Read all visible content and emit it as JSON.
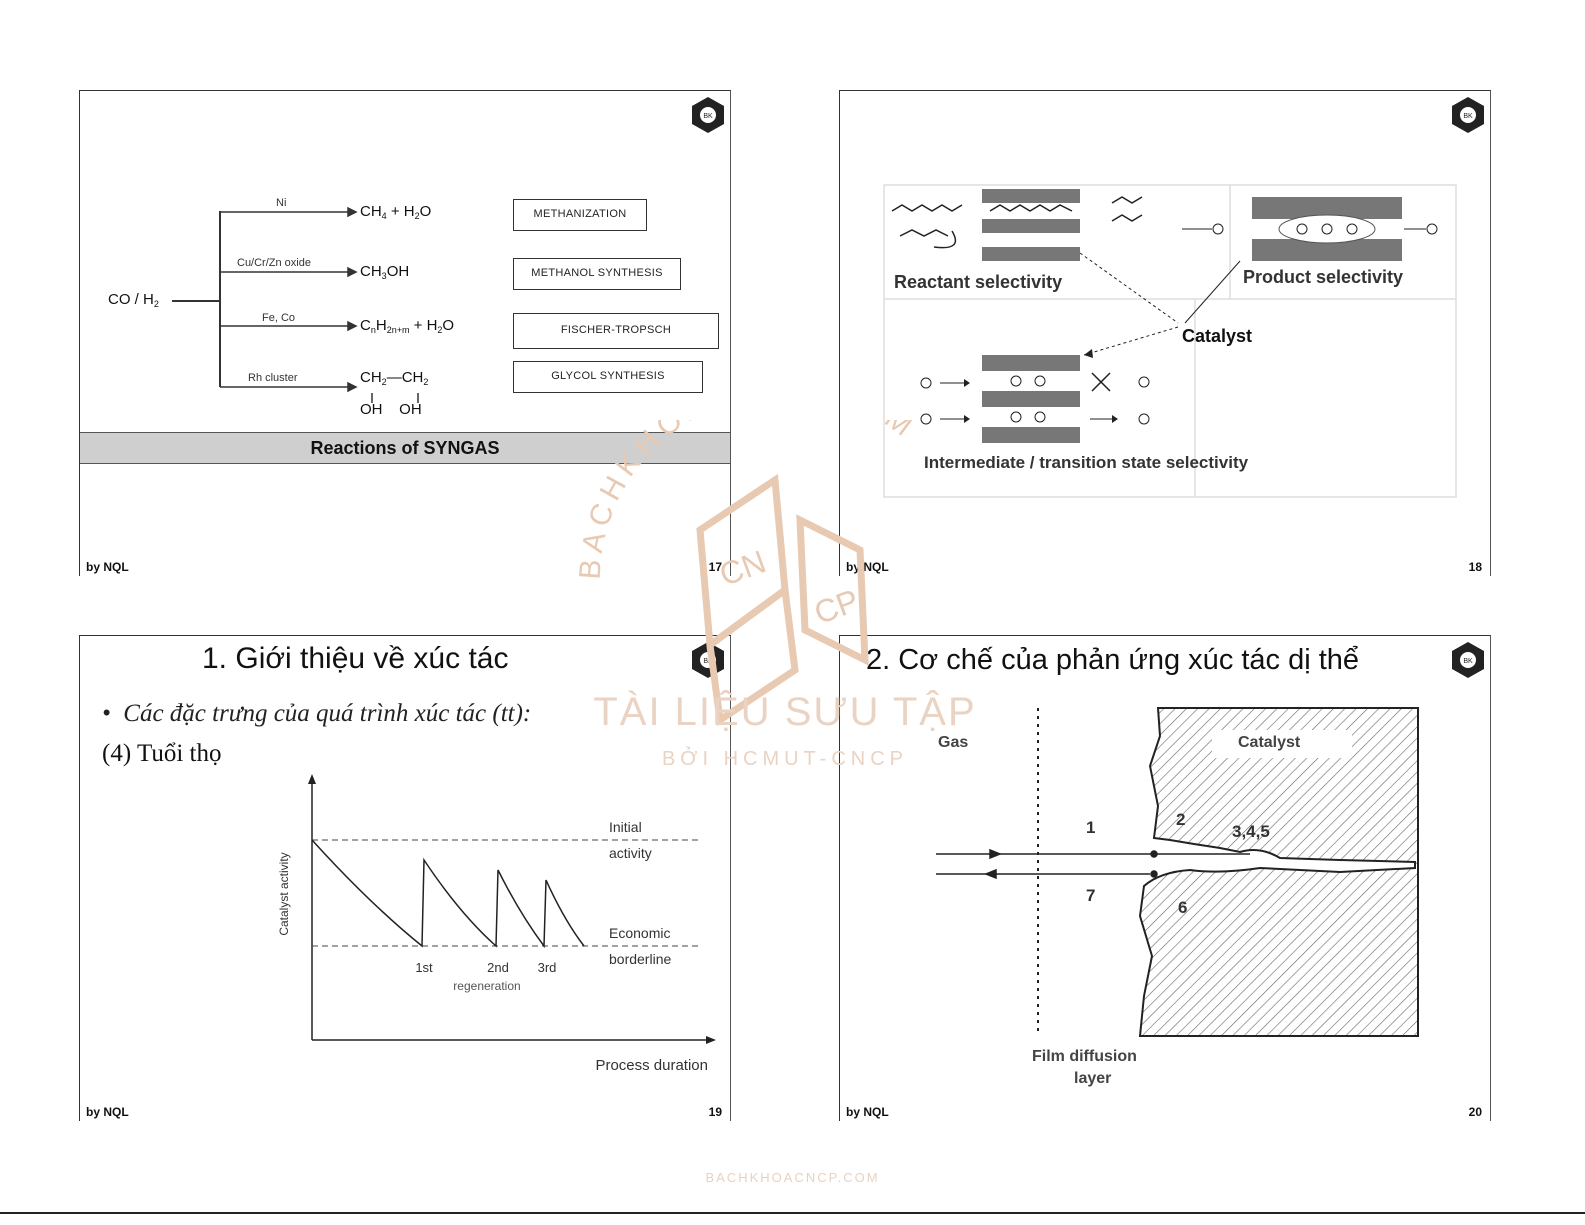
{
  "byline": "by NQL",
  "slides": {
    "s17": {
      "page": "17",
      "caption": "Reactions of SYNGAS",
      "reactant": "CO / H",
      "reactant_sub": "2",
      "branches": [
        {
          "catalyst": "Ni",
          "product_html": "CH<span class='sub'>4</span> + H<span class='sub'>2</span>O",
          "box": "METHANIZATION"
        },
        {
          "catalyst": "Cu/Cr/Zn oxide",
          "product_html": "CH<span class='sub'>3</span>OH",
          "box": "METHANOL SYNTHESIS"
        },
        {
          "catalyst": "Fe, Co",
          "product_html": "C<span class='sub'>n</span>H<span class='sub'>2n+m</span> + H<span class='sub'>2</span>O",
          "box": "FISCHER-TROPSCH"
        },
        {
          "catalyst": "Rh cluster",
          "product_html": "CH<span class='sub'>2</span>—CH<span class='sub'>2</span>",
          "box": "GLYCOL SYNTHESIS"
        }
      ],
      "glycol_oh": "OH    OH"
    },
    "s18": {
      "page": "18",
      "reactant_label": "Reactant selectivity",
      "product_label": "Product selectivity",
      "catalyst_label": "Catalyst",
      "intermediate_label": "Intermediate / transition state selectivity"
    },
    "s19": {
      "page": "19",
      "title": "1. Giới thiệu về xúc tác",
      "bullet": "Các đặc trưng của quá trình xúc tác (tt):",
      "subhead": "(4) Tuổi thọ",
      "chart_data": {
        "type": "line",
        "ylabel": "Catalyst activity",
        "xlabel": "Process duration",
        "reference_lines": [
          {
            "label_line1": "Initial",
            "label_line2": "activity"
          },
          {
            "label_line1": "Economic",
            "label_line2": "borderline"
          }
        ],
        "regeneration_labels": [
          "1st",
          "2nd",
          "3rd"
        ],
        "regeneration_caption": "regeneration"
      }
    },
    "s20": {
      "page": "20",
      "title": "2. Cơ chế của phản ứng xúc tác dị thể",
      "gas": "Gas",
      "catalyst": "Catalyst",
      "steps": [
        "1",
        "2",
        "3,4,5",
        "6",
        "7"
      ],
      "film_line1": "Film diffusion",
      "film_line2": "layer"
    }
  },
  "watermark": {
    "arc_text": "BACHKHOACNCP.COM",
    "cube_left": "CN",
    "cube_right": "CP",
    "main": "TÀI LIỆU SƯU TẬP",
    "sub": "BỞI HCMUT-CNCP",
    "color": "#e8c9b2"
  },
  "footer_url": "BACHKHOACNCP.COM"
}
